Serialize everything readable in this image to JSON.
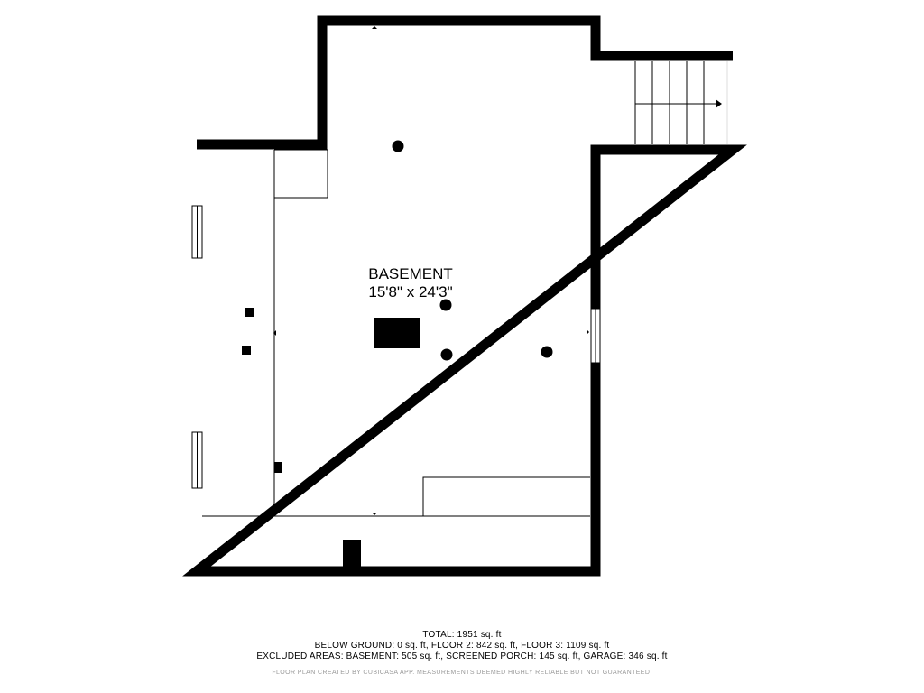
{
  "room": {
    "name": "BASEMENT",
    "dimensions": "15'8\" x 24'3\""
  },
  "summary": {
    "total": "TOTAL: 1951 sq. ft",
    "below_ground": "BELOW GROUND: 0 sq. ft, FLOOR 2: 842 sq. ft, FLOOR 3: 1109 sq. ft",
    "excluded": "EXCLUDED AREAS: BASEMENT: 505 sq. ft, SCREENED PORCH: 145 sq. ft, GARAGE: 346 sq. ft",
    "disclaimer": "FLOOR PLAN CREATED BY CUBICASA APP. MEASUREMENTS DEEMED HIGHLY RELIABLE BUT NOT GUARANTEED."
  },
  "colors": {
    "wall": "#000000",
    "background": "#ffffff",
    "disclaimer": "#9a9a9a"
  }
}
